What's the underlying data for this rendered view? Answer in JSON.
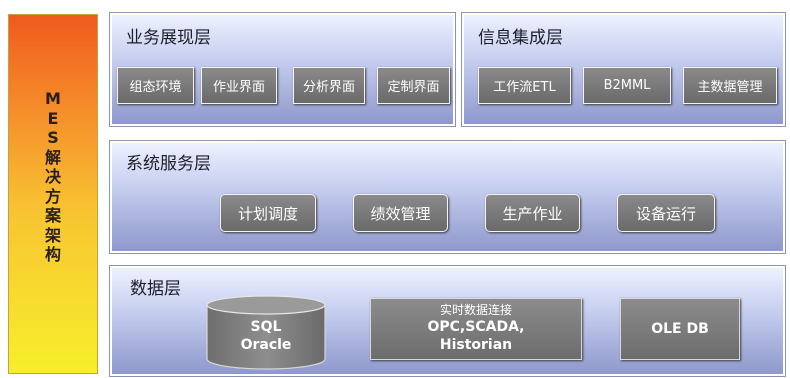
{
  "side_title": [
    "M",
    "E",
    "S",
    "解",
    "决",
    "方",
    "案",
    "架",
    "构"
  ],
  "layers": {
    "business": {
      "title": "业务展现层",
      "items": [
        "组态环境",
        "作业界面",
        "分析界面",
        "定制界面"
      ]
    },
    "info": {
      "title": "信息集成层",
      "items": [
        "工作流ETL",
        "B2MML",
        "主数据管理"
      ]
    },
    "service": {
      "title": "系统服务层",
      "items": [
        "计划调度",
        "绩效管理",
        "生产作业",
        "设备运行"
      ]
    },
    "data": {
      "title": "数据层",
      "database": [
        "SQL",
        "Oracle"
      ],
      "realtime": [
        "实时数据连接",
        "OPC,SCADA,",
        "Historian"
      ],
      "oledb": "OLE DB"
    }
  }
}
